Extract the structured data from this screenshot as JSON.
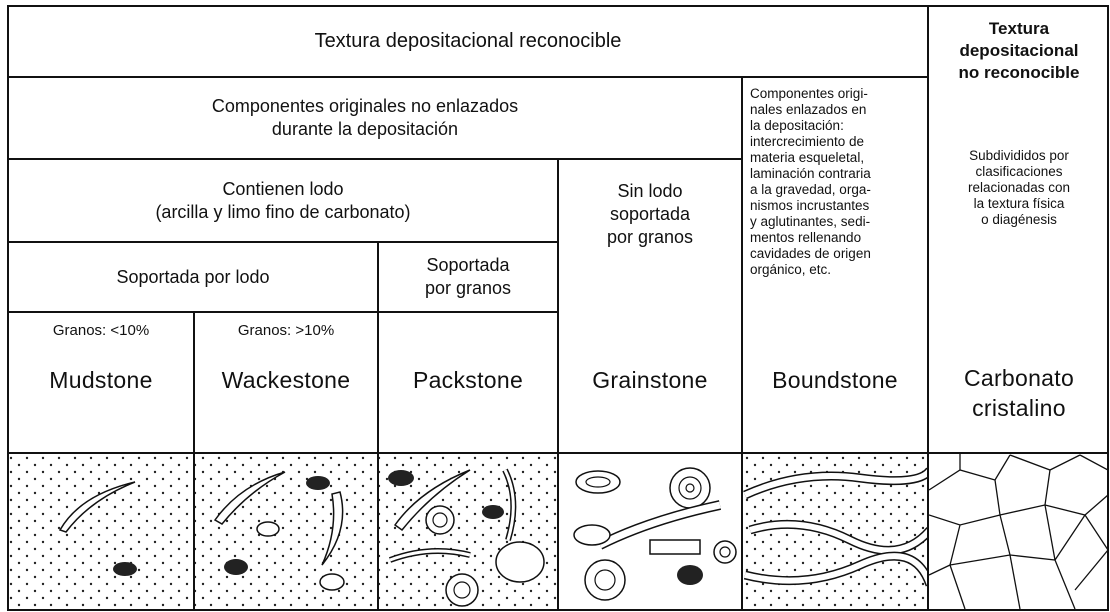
{
  "headers": {
    "recognizable": "Textura depositacional reconocible",
    "not_recognizable": "Textura\ndepositacional\nno reconocible",
    "not_bound": "Componentes originales no enlazados\ndurante la depositación",
    "bound_description": "Componentes origi-\nnales enlazados en\nla depositación:\nintercrecimiento de\nmateria esqueletal,\nlaminación contraria\na la gravedad, orga-\nnismos incrustantes\ny aglutinantes, sedi-\nmentos rellenando\ncavidades de origen\norgánico, etc.",
    "not_recognizable_description": "Subdivididos por\nclasificaciones\nrelacionadas con\nla textura física\no diagénesis",
    "contains_mud": "Contienen lodo\n(arcilla y limo fino de carbonato)",
    "no_mud": "Sin lodo\nsoportada\npor granos",
    "mud_supported": "Soportada por lodo",
    "grain_supported": "Soportada\npor granos",
    "grains_low": "Granos: <10%",
    "grains_high": "Granos: >10%"
  },
  "rock_types": [
    {
      "name": "Mudstone"
    },
    {
      "name": "Wackestone"
    },
    {
      "name": "Packstone"
    },
    {
      "name": "Grainstone"
    },
    {
      "name": "Boundstone"
    },
    {
      "name": "Carbonato\ncristalino"
    }
  ]
}
